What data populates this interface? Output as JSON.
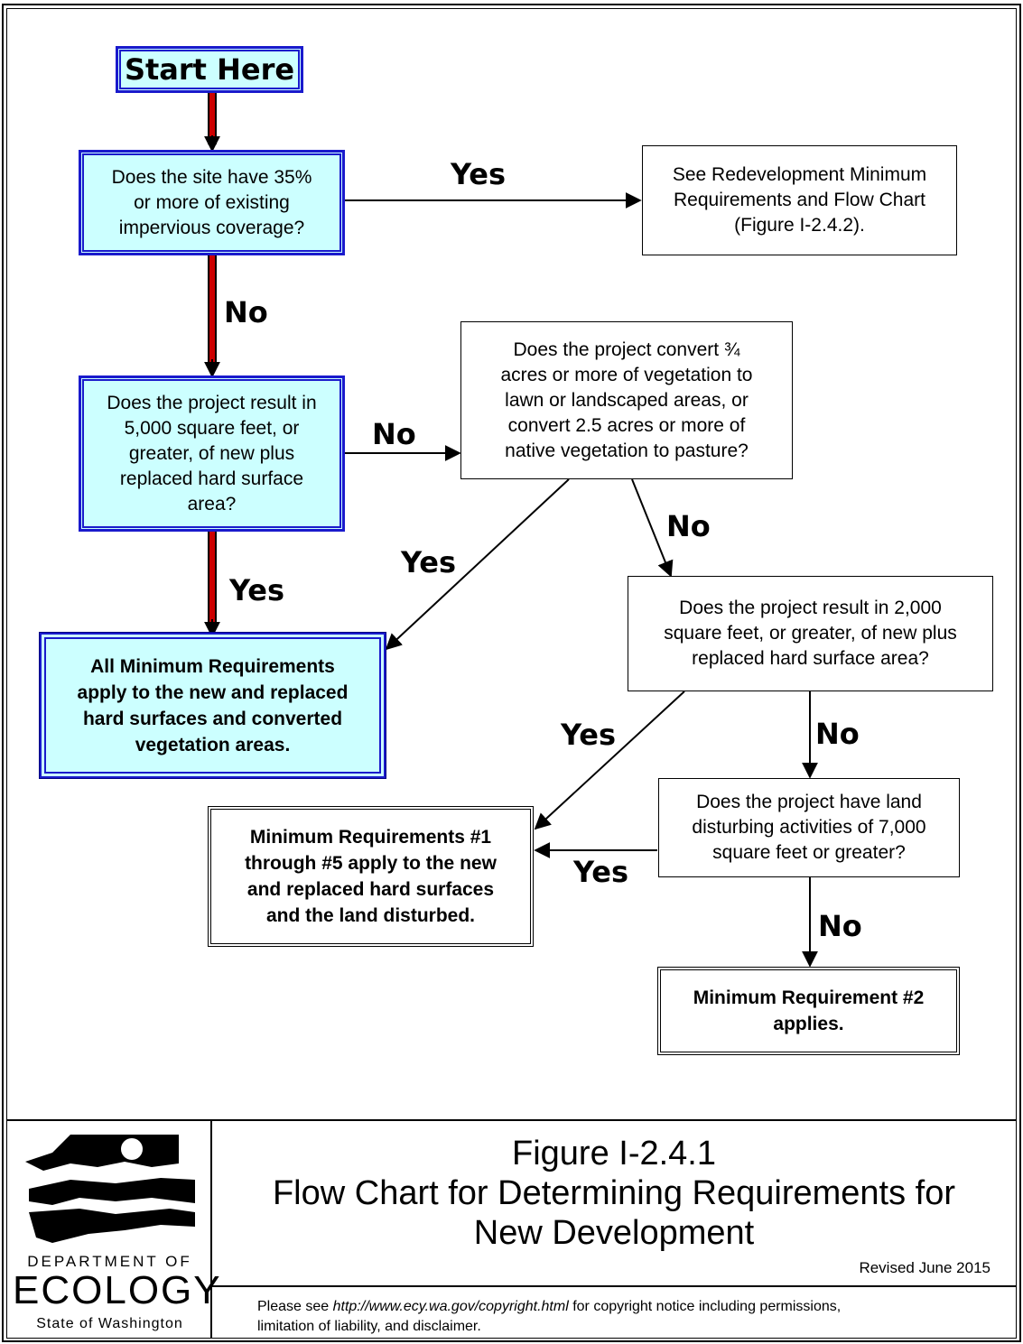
{
  "flowchart": {
    "start": "Start Here",
    "q1": [
      "Does the site have 35%",
      "or more of existing",
      "impervious coverage?"
    ],
    "r_redev": [
      "See Redevelopment Minimum",
      "Requirements and Flow Chart",
      "(Figure I-2.4.2)."
    ],
    "q2": [
      "Does the project result in",
      "5,000 square feet, or",
      "greater, of new plus",
      "replaced hard surface",
      "area?"
    ],
    "q3": [
      "Does the project convert ¾",
      "acres or more of vegetation to",
      "lawn or landscaped areas, or",
      "convert 2.5 acres or more of",
      "native vegetation to pasture?"
    ],
    "r_all": [
      "All Minimum Requirements",
      "apply to the new and replaced",
      "hard surfaces and converted",
      "vegetation areas."
    ],
    "q4": [
      "Does the project result in 2,000",
      "square feet, or greater, of new plus",
      "replaced hard surface area?"
    ],
    "q5": [
      "Does the project have land",
      "disturbing activities of 7,000",
      "square feet or greater?"
    ],
    "r_1to5": [
      "Minimum Requirements #1",
      "through #5 apply to the new",
      "and replaced hard surfaces",
      "and the land disturbed."
    ],
    "r_2": [
      "Minimum Requirement #2",
      "applies."
    ],
    "labels": {
      "yes": "Yes",
      "no": "No"
    }
  },
  "footer": {
    "dept": "DEPARTMENT OF",
    "ecology": "ECOLOGY",
    "state": "State of Washington",
    "figure_number": "Figure I-2.4.1",
    "title_line1": "Flow Chart for Determining Requirements for",
    "title_line2": "New Development",
    "revised": "Revised June 2015",
    "copy_prefix": "Please see ",
    "copy_url": "http://www.ecy.wa.gov/copyright.html",
    "copy_suffix": " for copyright notice including permissions,",
    "copy_line2": "limitation of liability, and disclaimer."
  },
  "colors": {
    "box_fill": "#ccffff",
    "box_border": "#1a1acc",
    "main_path": "#cc0000"
  }
}
